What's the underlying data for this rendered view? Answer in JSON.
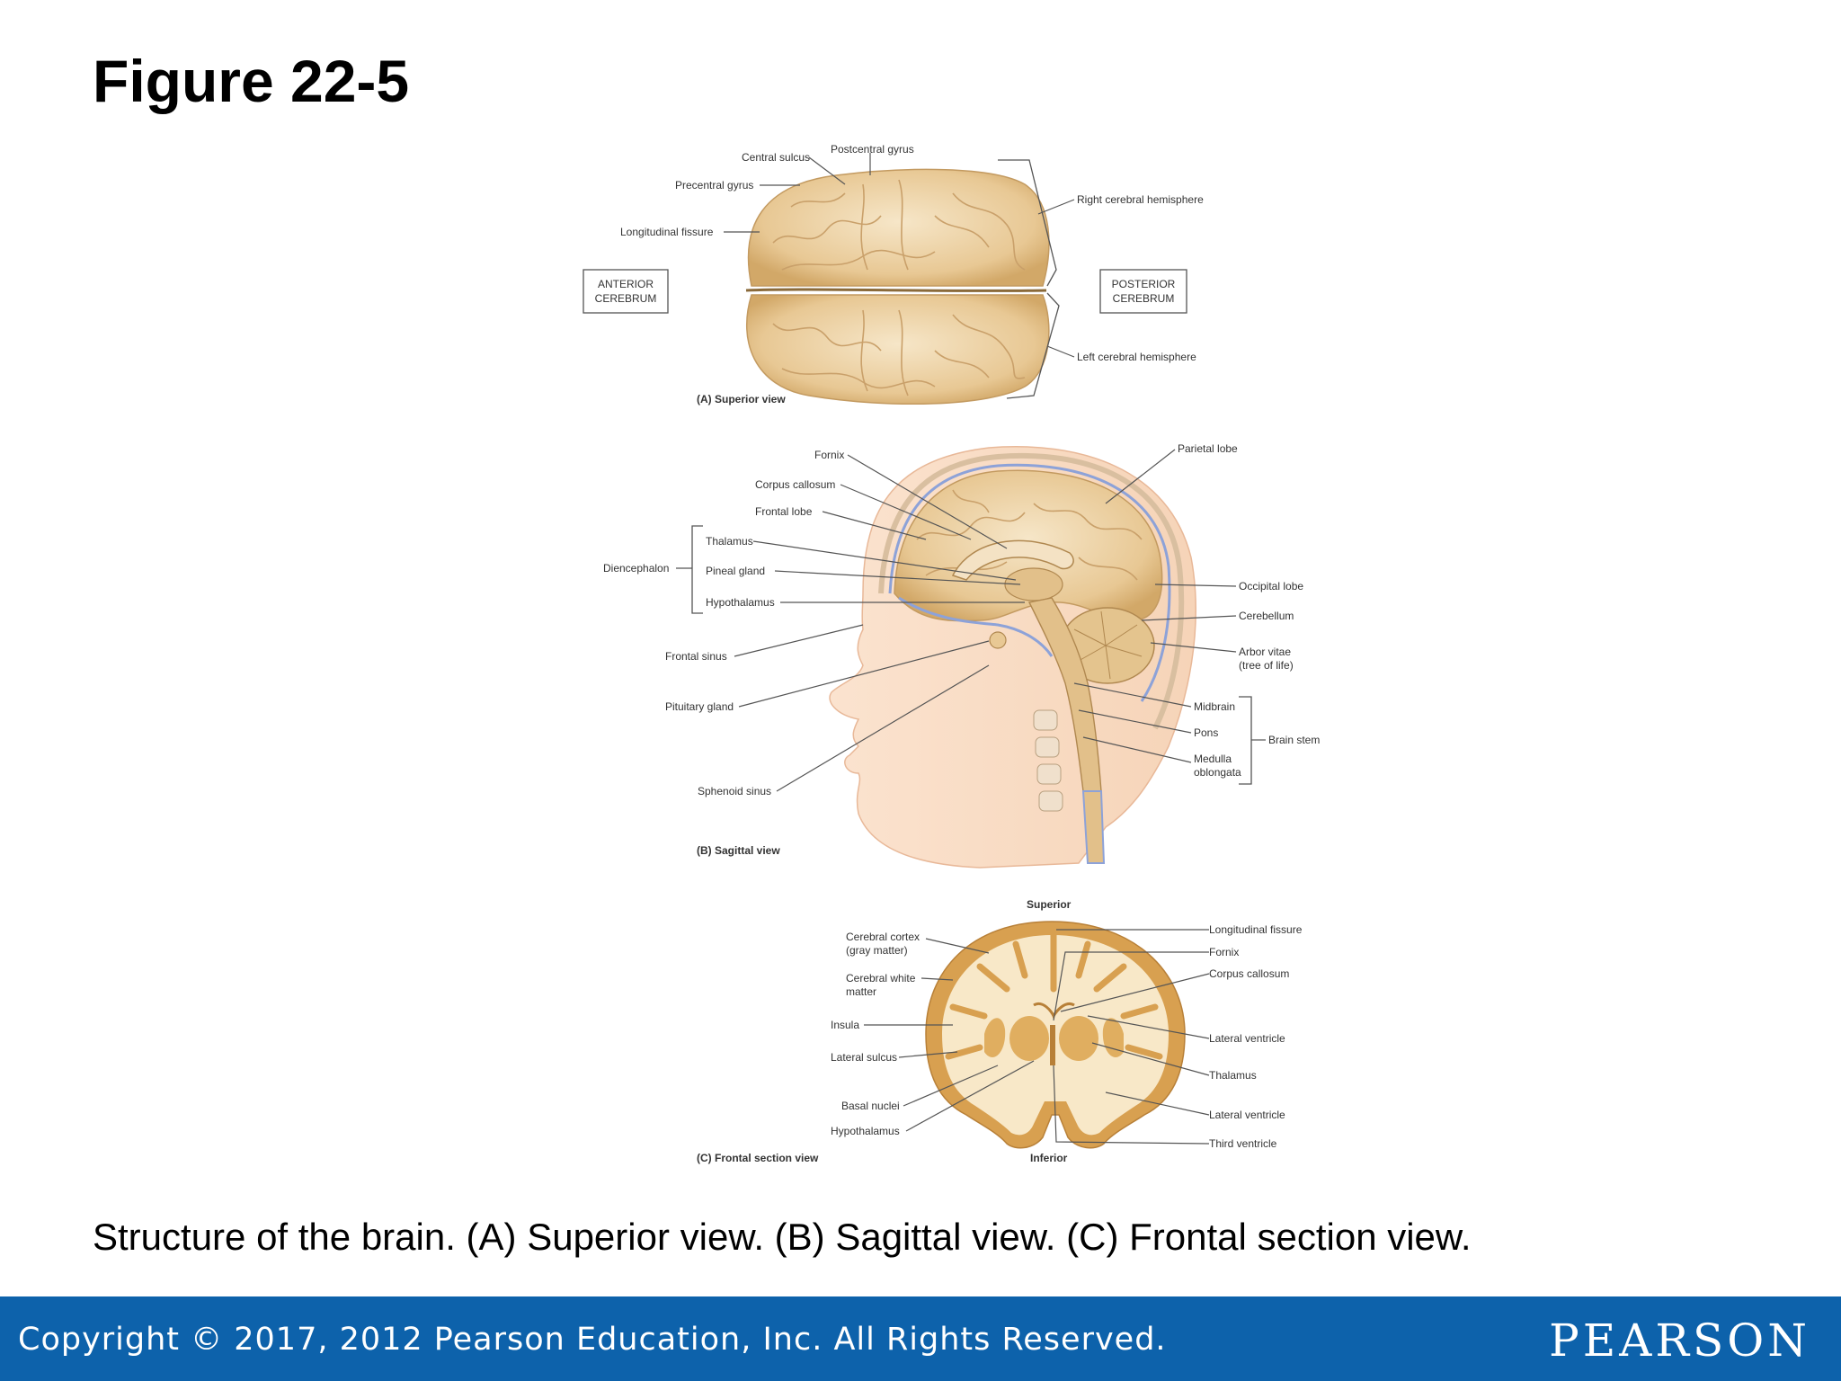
{
  "title": "Figure 22-5",
  "caption": "Structure of the brain. (A) Superior view. (B) Sagittal view. (C) Frontal section view.",
  "footer": {
    "copyright": "Copyright © 2017, 2012 Pearson Education, Inc. All Rights Reserved.",
    "brand": "PEARSON",
    "bar_color": "#0d62ab"
  },
  "panel_a": {
    "caption": "(A) Superior view",
    "box_anterior": [
      "ANTERIOR",
      "CEREBRUM"
    ],
    "box_posterior": [
      "POSTERIOR",
      "CEREBRUM"
    ],
    "labels": {
      "postcentral_gyrus": "Postcentral gyrus",
      "central_sulcus": "Central sulcus",
      "precentral_gyrus": "Precentral gyrus",
      "longitudinal_fissure": "Longitudinal fissure",
      "right_hemisphere": "Right cerebral hemisphere",
      "left_hemisphere": "Left cerebral hemisphere"
    }
  },
  "panel_b": {
    "caption": "(B) Sagittal view",
    "labels": {
      "fornix": "Fornix",
      "corpus_callosum": "Corpus callosum",
      "frontal_lobe": "Frontal lobe",
      "thalamus": "Thalamus",
      "diencephalon": "Diencephalon",
      "pineal_gland": "Pineal gland",
      "hypothalamus": "Hypothalamus",
      "frontal_sinus": "Frontal sinus",
      "pituitary_gland": "Pituitary gland",
      "sphenoid_sinus": "Sphenoid sinus",
      "parietal_lobe": "Parietal lobe",
      "occipital_lobe": "Occipital lobe",
      "cerebellum": "Cerebellum",
      "arbor_vitae": [
        "Arbor vitae",
        "(tree of life)"
      ],
      "midbrain": "Midbrain",
      "pons": "Pons",
      "medulla": [
        "Medulla",
        "oblongata"
      ],
      "brain_stem": "Brain stem"
    }
  },
  "panel_c": {
    "caption": "(C) Frontal section view",
    "superior": "Superior",
    "inferior": "Inferior",
    "labels": {
      "cerebral_cortex": [
        "Cerebral cortex",
        "(gray matter)"
      ],
      "white_matter": [
        "Cerebral white",
        "matter"
      ],
      "insula": "Insula",
      "lateral_sulcus": "Lateral sulcus",
      "basal_nuclei": "Basal nuclei",
      "hypothalamus": "Hypothalamus",
      "longitudinal_fissure": "Longitudinal fissure",
      "fornix": "Fornix",
      "corpus_callosum": "Corpus callosum",
      "lateral_ventricle_1": "Lateral ventricle",
      "thalamus": "Thalamus",
      "lateral_ventricle_2": "Lateral ventricle",
      "third_ventricle": "Third ventricle"
    }
  },
  "colors": {
    "tissue": "#e8c894",
    "tissue_light": "#f5e3c3",
    "cortex": "#d8a050",
    "ventricle_blue": "#8da2d8"
  }
}
